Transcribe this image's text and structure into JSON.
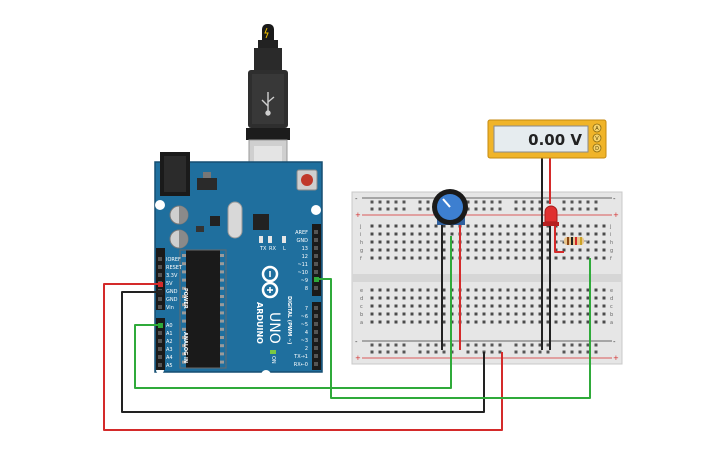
{
  "arduino": {
    "brand": "ARDUINO",
    "model": "UNO",
    "on_label": "ON",
    "tx_label": "TX",
    "rx_label": "RX",
    "l_label": "L",
    "power_label": "POWER",
    "analog_label": "ANALOG IN",
    "digital_label": "DIGITAL (PWM ~)",
    "power_pins": [
      "IOREF",
      "RESET",
      "3.3V",
      "5V",
      "GND",
      "GND",
      "Vin"
    ],
    "analog_pins": [
      "A0",
      "A1",
      "A2",
      "A3",
      "A4",
      "A5"
    ],
    "digital_pins_top": [
      "AREF",
      "GND",
      "13",
      "12",
      "~11",
      "~10",
      "~9",
      "8"
    ],
    "digital_pins_bottom": [
      "7",
      "~6",
      "~5",
      "4",
      "~3",
      "2",
      "TX→1",
      "RX←0"
    ]
  },
  "multimeter": {
    "reading": "0.00 V",
    "terminals": [
      "A",
      "V",
      "D"
    ]
  },
  "breadboard": {
    "row_letters_top": [
      "j",
      "i",
      "h",
      "g",
      "f"
    ],
    "row_letters_bottom": [
      "e",
      "d",
      "c",
      "b",
      "a"
    ],
    "rail_minus": "-",
    "rail_plus": "+",
    "columns": 30
  },
  "colors": {
    "arduino_blue": "#1f6f9e",
    "wire_red": "#d42a2a",
    "wire_black": "#222222",
    "wire_green": "#2faa3a",
    "meter_frame": "#f0b429",
    "breadboard": "#eaeaea"
  },
  "icons": {
    "usb": "usb-icon",
    "infinity_logo": "arduino-logo-icon"
  }
}
